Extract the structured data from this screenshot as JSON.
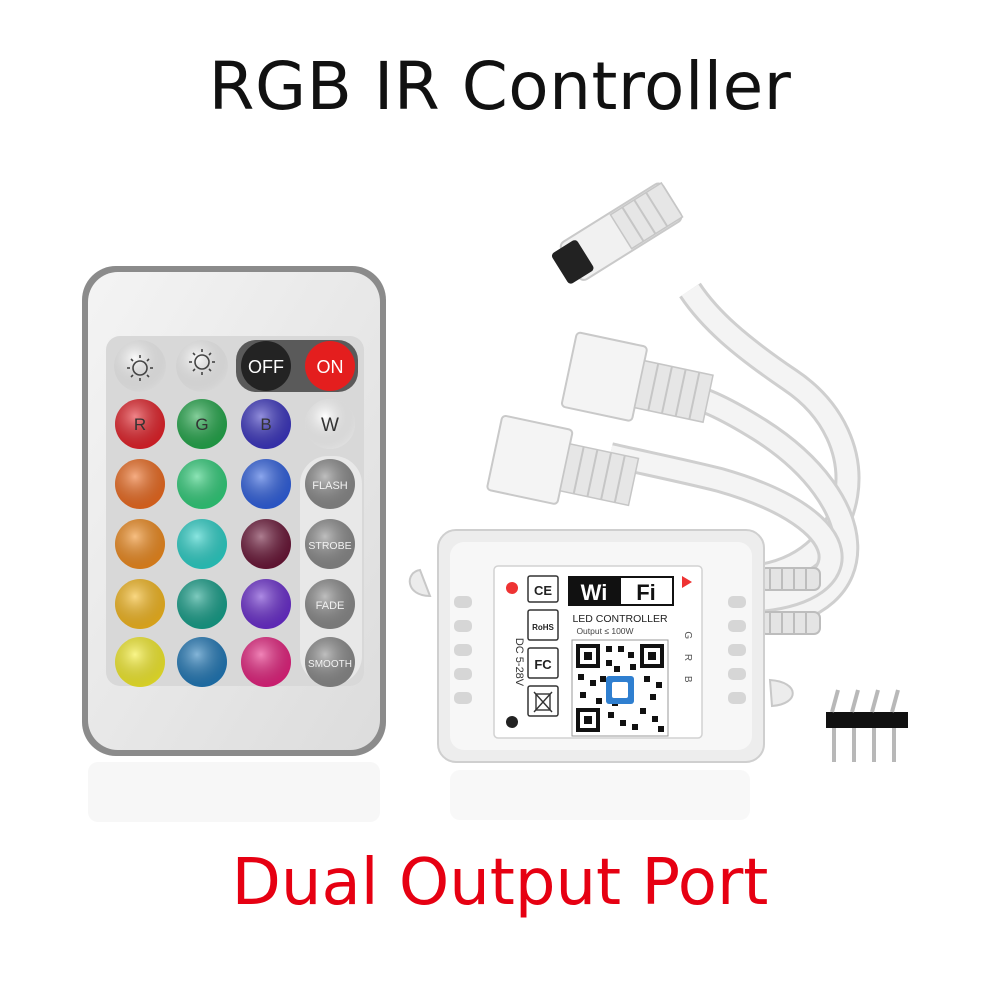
{
  "title": "RGB IR Controller",
  "caption": "Dual Output Port",
  "caption_color": "#e60012",
  "remote": {
    "buttons": {
      "brightness_up_icon": "sun-up-icon",
      "brightness_down_icon": "sun-down-icon",
      "off": "OFF",
      "on": "ON",
      "r": "R",
      "g": "G",
      "b": "B",
      "w": "W",
      "flash": "FLASH",
      "strobe": "STROBE",
      "fade": "FADE",
      "smooth": "SMOOTH"
    },
    "color_buttons": [
      "#ee6a1e",
      "#2fcf7a",
      "#2e5fe0",
      "#f08a1c",
      "#2ad1c8",
      "#6a1436",
      "#f6b81d",
      "#14a08a",
      "#6a2ccf",
      "#f6ee2a",
      "#1f78b8",
      "#e6207e"
    ]
  },
  "controller": {
    "logo_left": "Wi",
    "logo_right": "Fi",
    "label": "LED CONTROLLER",
    "output": "Output ≤ 100W",
    "voltage": "DC 5-28V",
    "pins": "G R B",
    "cert_ce": "CE",
    "cert_rohs": "RoHS",
    "cert_fc": "FC"
  }
}
